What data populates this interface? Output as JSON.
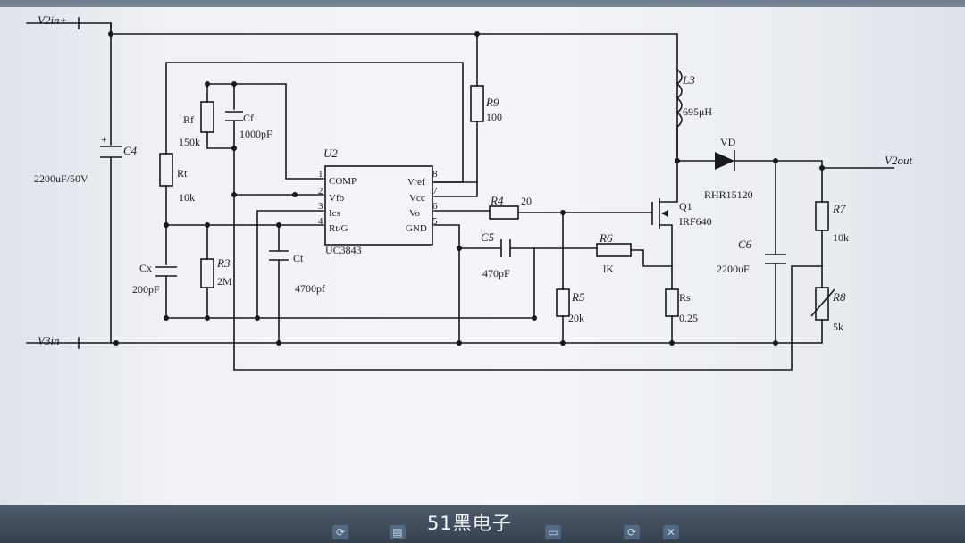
{
  "ports": {
    "vin_pos": "V2in+",
    "vin_neg": "V3in",
    "vout": "V2out"
  },
  "ic": {
    "ref": "U2",
    "part": "UC3843",
    "pins": [
      {
        "num": "1",
        "name": "COMP"
      },
      {
        "num": "2",
        "name": "Vfb"
      },
      {
        "num": "3",
        "name": "Ics"
      },
      {
        "num": "4",
        "name": "Rt/G"
      },
      {
        "num": "8",
        "name": "Vref"
      },
      {
        "num": "7",
        "name": "Vcc"
      },
      {
        "num": "6",
        "name": "Vo"
      },
      {
        "num": "5",
        "name": "GND"
      }
    ]
  },
  "components": {
    "c4": {
      "ref": "C4",
      "value": "2200uF/50V"
    },
    "rf": {
      "ref": "Rf",
      "value": "150k"
    },
    "cf": {
      "ref": "Cf",
      "value": "1000pF"
    },
    "rt": {
      "ref": "Rt",
      "value": "10k"
    },
    "cx": {
      "ref": "Cx",
      "value": "200pF"
    },
    "r3": {
      "ref": "R3",
      "value": "2M"
    },
    "ct": {
      "ref": "Ct",
      "value": "4700pf"
    },
    "r9": {
      "ref": "R9",
      "value": "100"
    },
    "l3": {
      "ref": "L3",
      "value": "695μH"
    },
    "vd": {
      "ref": "VD",
      "value": "RHR15120"
    },
    "r4": {
      "ref": "R4",
      "value": "20"
    },
    "c5": {
      "ref": "C5",
      "value": "470pF"
    },
    "r6": {
      "ref": "R6",
      "value": "lK"
    },
    "r5": {
      "ref": "R5",
      "value": "20k"
    },
    "q1": {
      "ref": "Q1",
      "value": "IRF640"
    },
    "rs": {
      "ref": "Rs",
      "value": "0.25"
    },
    "c6": {
      "ref": "C6",
      "value": "2200uF"
    },
    "r7": {
      "ref": "R7",
      "value": "10k"
    },
    "r8": {
      "ref": "R8",
      "value": "5k"
    }
  },
  "watermark": "51黑电子",
  "taskbar": {
    "icons": [
      "refresh-icon",
      "folder-icon",
      "window-icon",
      "refresh-icon",
      "close-icon"
    ]
  },
  "colors": {
    "wire": "#17191d",
    "paper": "#f0f2f6",
    "taskbar": "#3b4655"
  }
}
